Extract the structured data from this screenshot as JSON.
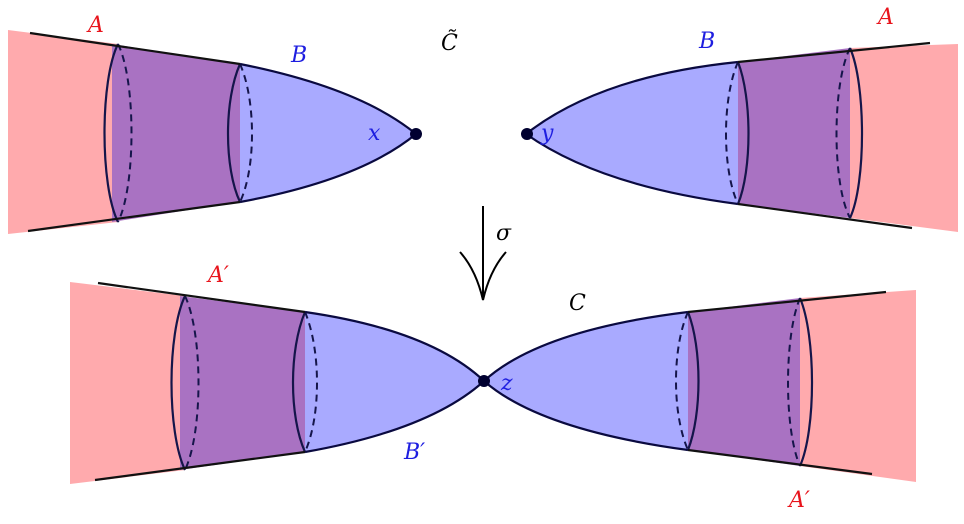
{
  "colors": {
    "region_A": "#ffaaad",
    "region_overlap": "#a972c2",
    "region_B": "#a9aaff",
    "label_red": "#e8141c",
    "label_blue": "#1e1ee0"
  },
  "labels": {
    "top_left_A": "A",
    "top_left_B": "B",
    "top_curve": "C̃",
    "top_right_B": "B",
    "top_right_A": "A",
    "point_x": "x",
    "point_y": "y",
    "map": "σ",
    "bottom_left_A": "A′",
    "bottom_curve": "C",
    "point_z": "z",
    "bottom_left_B": "B′",
    "bottom_right_A": "A′"
  },
  "icons": {
    "map_arrow": "down-arrow-icon",
    "points": "dot-icon"
  }
}
